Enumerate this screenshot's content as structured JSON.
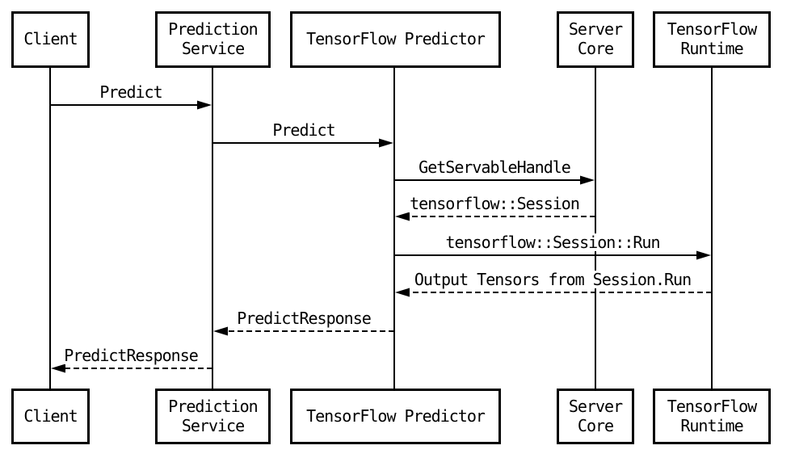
{
  "diagram": {
    "type": "sequence",
    "colors": {
      "background": "#ffffff",
      "line": "#000000",
      "text": "#000000"
    },
    "actors": [
      {
        "id": "client",
        "label": "Client"
      },
      {
        "id": "prediction-service",
        "label": "Prediction\nService"
      },
      {
        "id": "tf-predictor",
        "label": "TensorFlow Predictor"
      },
      {
        "id": "server-core",
        "label": "Server\nCore"
      },
      {
        "id": "tf-runtime",
        "label": "TensorFlow\nRuntime"
      }
    ],
    "messages": [
      {
        "label": "Predict",
        "from": "client",
        "to": "prediction-service",
        "style": "solid"
      },
      {
        "label": "Predict",
        "from": "prediction-service",
        "to": "tf-predictor",
        "style": "solid"
      },
      {
        "label": "GetServableHandle",
        "from": "tf-predictor",
        "to": "server-core",
        "style": "solid"
      },
      {
        "label": "tensorflow::Session",
        "from": "server-core",
        "to": "tf-predictor",
        "style": "dashed"
      },
      {
        "label": "tensorflow::Session::Run",
        "from": "tf-predictor",
        "to": "tf-runtime",
        "style": "solid"
      },
      {
        "label": "Output Tensors from Session.Run",
        "from": "tf-runtime",
        "to": "tf-predictor",
        "style": "dashed"
      },
      {
        "label": "PredictResponse",
        "from": "tf-predictor",
        "to": "prediction-service",
        "style": "dashed"
      },
      {
        "label": "PredictResponse",
        "from": "prediction-service",
        "to": "client",
        "style": "dashed"
      }
    ]
  }
}
